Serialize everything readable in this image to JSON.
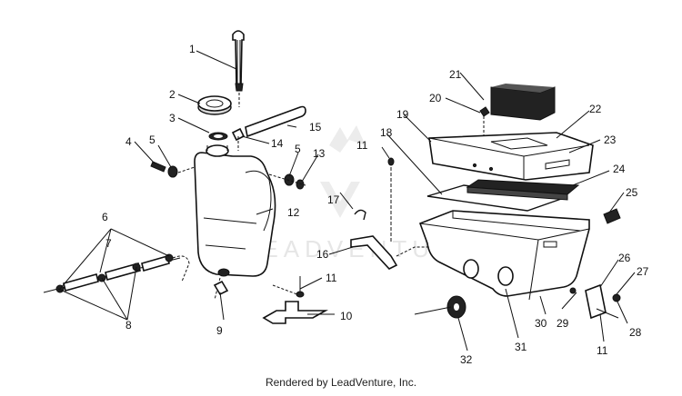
{
  "watermark": "LEADVENTURE",
  "footer": "Rendered by LeadVenture, Inc.",
  "callouts": [
    "1",
    "2",
    "3",
    "4",
    "5",
    "5",
    "6",
    "7",
    "8",
    "9",
    "10",
    "11",
    "11",
    "11",
    "12",
    "13",
    "14",
    "15",
    "16",
    "17",
    "18",
    "19",
    "20",
    "21",
    "22",
    "23",
    "24",
    "25",
    "26",
    "27",
    "28",
    "29",
    "30",
    "31",
    "32"
  ]
}
